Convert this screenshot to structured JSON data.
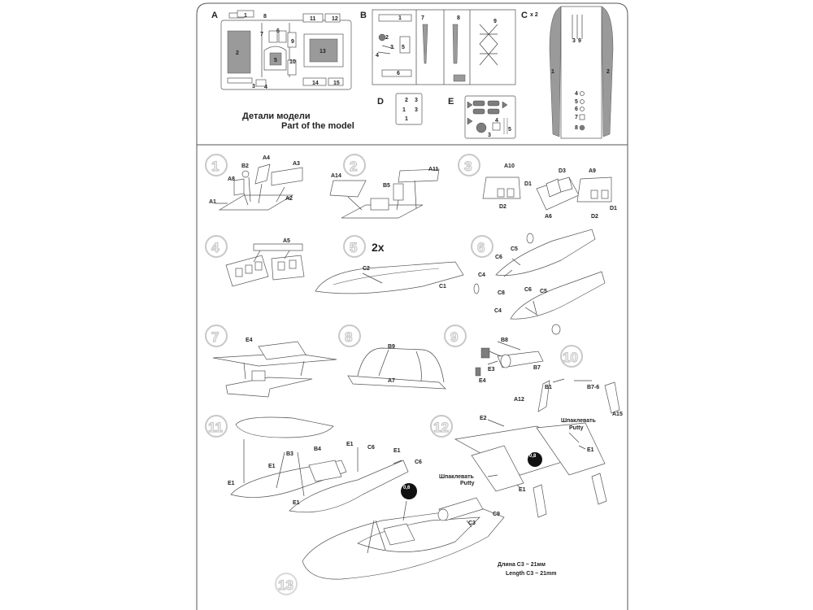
{
  "sprue_labels": {
    "A": "A",
    "B": "B",
    "C": "C",
    "C_mult": "x 2",
    "D": "D",
    "E": "E"
  },
  "sprue_A_numbers": [
    "1",
    "2",
    "3",
    "4",
    "5",
    "6",
    "7",
    "8",
    "9",
    "10",
    "11",
    "12",
    "13",
    "14",
    "15"
  ],
  "sprue_B_numbers": [
    "1",
    "2",
    "3",
    "4",
    "5",
    "6",
    "7",
    "8",
    "9"
  ],
  "sprue_C_numbers": [
    "1",
    "2",
    "3",
    "9",
    "4",
    "5",
    "6",
    "7",
    "8"
  ],
  "sprue_D_numbers": [
    "2",
    "3",
    "1",
    "3",
    "1"
  ],
  "sprue_E_numbers": [
    "4",
    "5",
    "3"
  ],
  "caption_ru": "Детали модели",
  "caption_en": "Part of the model",
  "steps": {
    "s1": {
      "num": "1",
      "labels": [
        "A4",
        "B2",
        "A3",
        "A8",
        "A1",
        "A2"
      ]
    },
    "s2": {
      "num": "2",
      "labels": [
        "A11",
        "A14",
        "B5"
      ]
    },
    "s3": {
      "num": "3",
      "labels": [
        "A10",
        "D1",
        "D3",
        "A9",
        "D2",
        "A6",
        "D2",
        "D1"
      ]
    },
    "s4": {
      "num": "4",
      "labels": [
        "A5"
      ]
    },
    "s5": {
      "num": "5",
      "mult": "2x",
      "labels": [
        "C2",
        "C1"
      ]
    },
    "s6": {
      "num": "6",
      "labels": [
        "C5",
        "C6",
        "C4",
        "C8",
        "C6",
        "C5",
        "C4"
      ]
    },
    "s7": {
      "num": "7",
      "labels": [
        "E4"
      ]
    },
    "s8": {
      "num": "8",
      "labels": [
        "B9",
        "A7"
      ]
    },
    "s9": {
      "num": "9",
      "labels": [
        "B8",
        "E3",
        "B7",
        "E4"
      ]
    },
    "s10": {
      "num": "10",
      "labels": [
        "B1",
        "B7-6",
        "A12",
        "A15"
      ]
    },
    "s11": {
      "num": "11",
      "labels": [
        "E1",
        "C6",
        "B4",
        "B3",
        "E1",
        "C6",
        "E1",
        "E1",
        "E1"
      ]
    },
    "s12": {
      "num": "12",
      "labels": [
        "E2",
        "E1",
        "E1"
      ],
      "putty_ru": "Шпаклевать",
      "putty_en": "Putty",
      "putty_ru2": "Шпаклевать",
      "putty_en2": "Putty",
      "badge": "0,8"
    },
    "s13": {
      "num": "13",
      "labels": [
        "C3",
        "C9"
      ],
      "badge": "0,6",
      "len_ru": "Длина C3 ~ 21мм",
      "len_en": "Length C3 ~ 21mm"
    }
  },
  "colors": {
    "stroke": "#444444",
    "grey": "#9a9a9a",
    "step_circle": "#c8c8c8"
  }
}
